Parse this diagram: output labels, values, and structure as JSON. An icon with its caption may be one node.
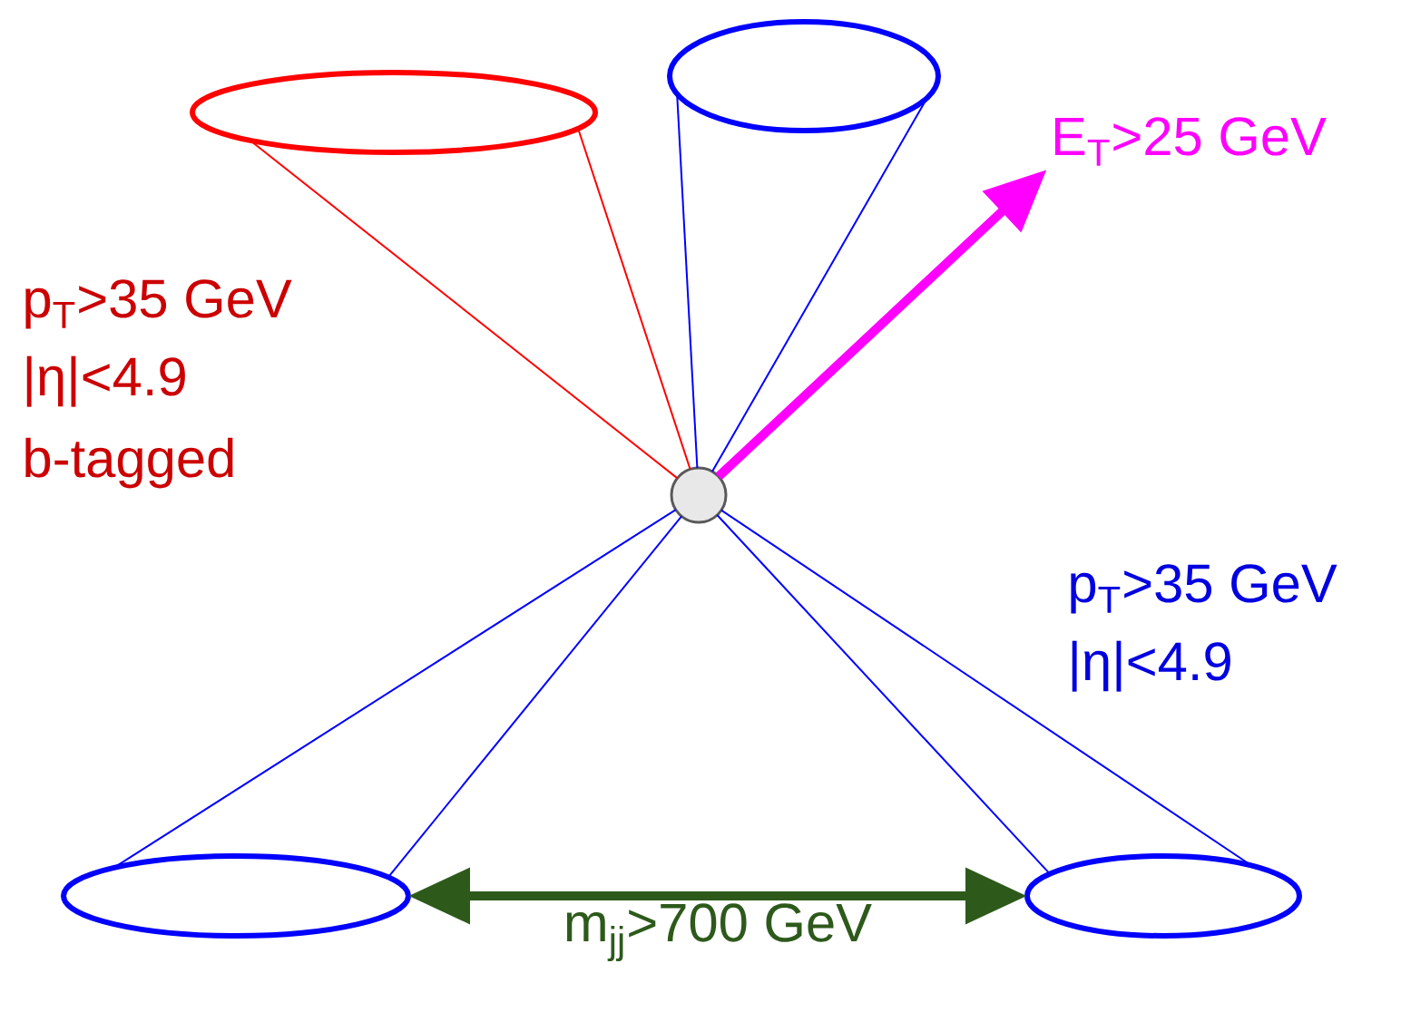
{
  "diagram": {
    "nodes": [
      {
        "text": [],
        "shape": "ellipse"
      },
      {
        "text": [],
        "shape": "ellipse"
      },
      {
        "text": [
          "E$_{T}$>25 GeV"
        ]
      },
      {
        "text": [],
        "shape": "circle"
      },
      {
        "text": [],
        "shape": "ellipse"
      },
      {
        "text": [],
        "shape": "ellipse"
      }
    ],
    "edges": [
      {
        "from": 3,
        "to": 0,
        "arrow": "none",
        "color": "#ff0000"
      },
      {
        "from": 3,
        "to": 0,
        "arrow": "none",
        "color": "#ff0000"
      },
      {
        "from": 3,
        "to": 1,
        "arrow": "none"
      },
      {
        "from": 3,
        "to": 1,
        "arrow": "none"
      },
      {
        "from": 3,
        "to": 2,
        "arrow": "to",
        "style": "thick",
        "color": "#ff00ff"
      },
      {
        "from": 3,
        "to": 4,
        "arrow": "none"
      },
      {
        "from": 3,
        "to": 4,
        "arrow": "none"
      },
      {
        "from": 3,
        "to": 5,
        "arrow": "none"
      },
      {
        "from": 3,
        "to": 5,
        "arrow": "none"
      },
      {
        "from": 4,
        "to": 5,
        "arrow": "both",
        "style": "thick",
        "color": "#2d5a1b",
        "label": "m$_{jj}$>700 GeV"
      }
    ],
    "labels": [
      "p$_{T}$>35 GeV",
      "|η|<4.9",
      "b-tagged",
      "p$_{T}$>35 GeV",
      "|η|<4.9"
    ]
  }
}
